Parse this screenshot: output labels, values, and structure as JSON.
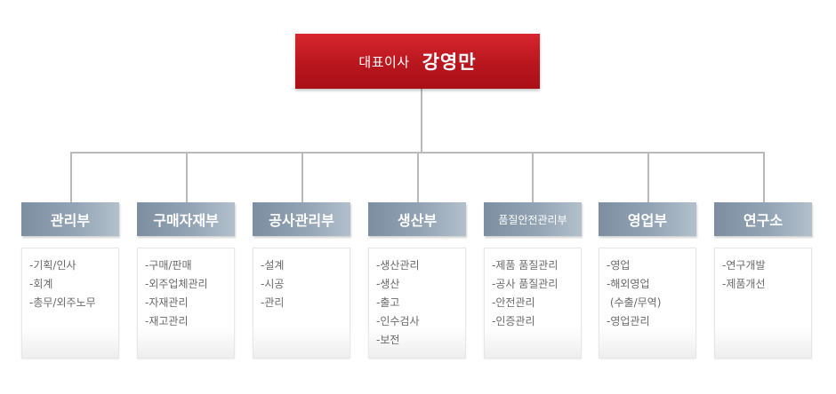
{
  "ceo": {
    "title": "대표이사",
    "name": "강영만"
  },
  "colors": {
    "ceo_box": "#b9161e",
    "dept_header": "#8a9bac",
    "connector": "#b9b9b9",
    "item_text": "#6a6a6a"
  },
  "departments": [
    {
      "name": "관리부",
      "items": [
        "-기획/인사",
        "-회계",
        "-총무/외주노무"
      ]
    },
    {
      "name": "구매자재부",
      "items": [
        "-구매/판매",
        "-외주업체관리",
        "-자재관리",
        "-재고관리"
      ]
    },
    {
      "name": "공사관리부",
      "items": [
        "-설계",
        "-시공",
        "-관리"
      ]
    },
    {
      "name": "생산부",
      "items": [
        "-생산관리",
        "-생산",
        "-출고",
        "-인수검사",
        "-보전"
      ]
    },
    {
      "name": "품질안전관리부",
      "items": [
        "-제품 품질관리",
        "-공사 품질관리",
        "-안전관리",
        "-인증관리"
      ]
    },
    {
      "name": "영업부",
      "items": [
        "-영업",
        "-해외영업",
        " (수출/무역)",
        "-영업관리"
      ]
    },
    {
      "name": "연구소",
      "items": [
        "-연구개발",
        "-제품개선"
      ]
    }
  ]
}
